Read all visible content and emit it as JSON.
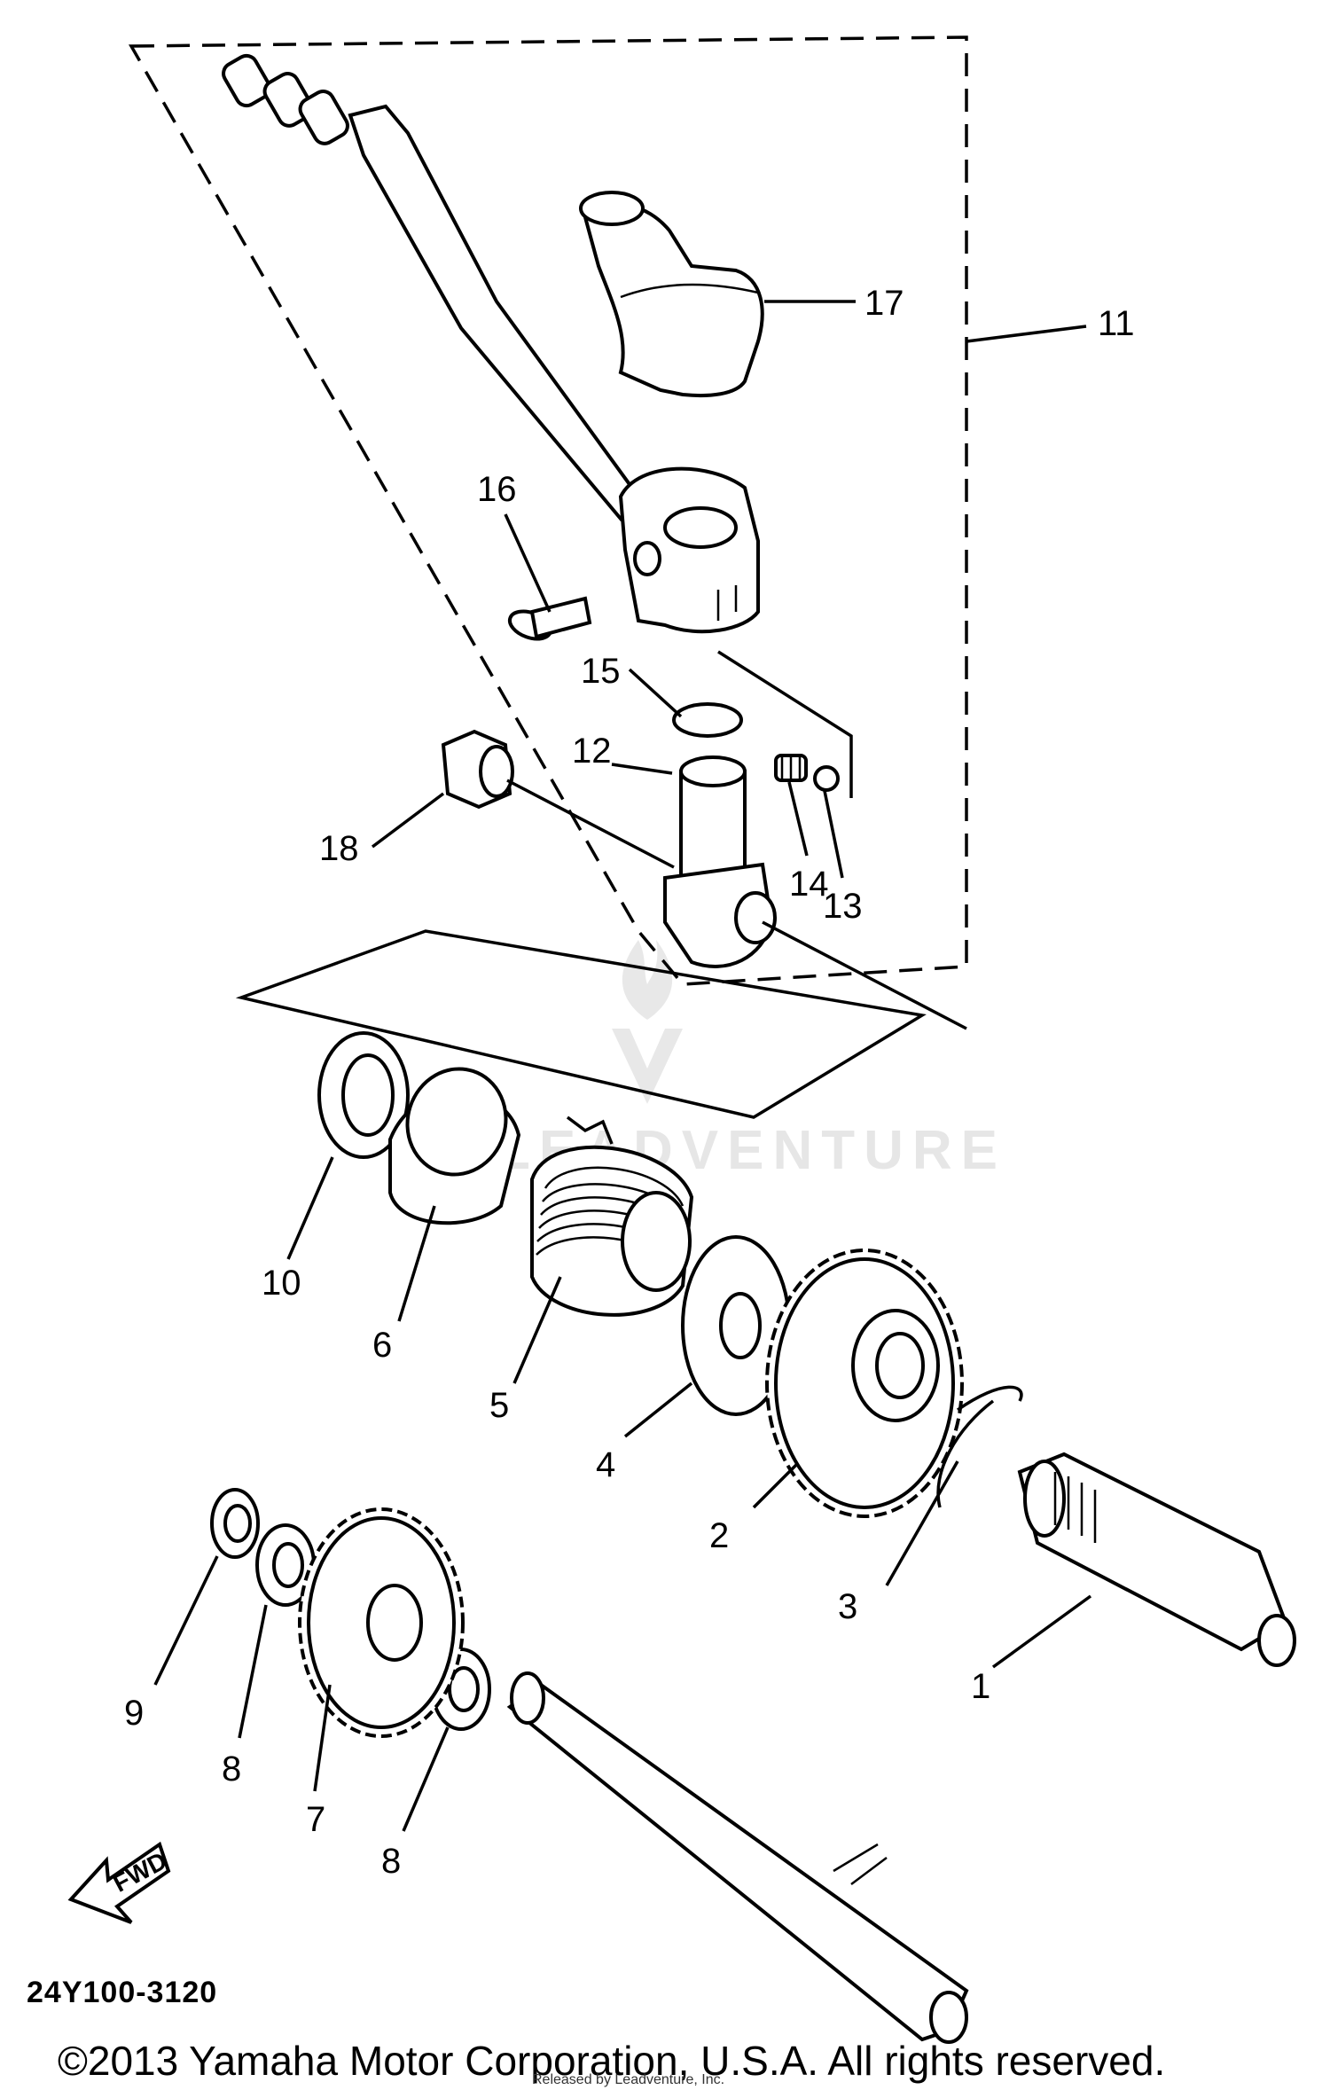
{
  "diagram_code": "24Y100-3120",
  "copyright": "©2013 Yamaha Motor Corporation, U.S.A. All rights reserved.",
  "credit": "Released by Leadventure, Inc.",
  "watermark": "LEADVENTURE",
  "fwd_label": "FWD",
  "callouts": {
    "c1": "1",
    "c2": "2",
    "c3": "3",
    "c4": "4",
    "c5": "5",
    "c6": "6",
    "c7": "7",
    "c8a": "8",
    "c8b": "8",
    "c9": "9",
    "c10": "10",
    "c11": "11",
    "c12": "12",
    "c13": "13",
    "c14": "14",
    "c15": "15",
    "c16": "16",
    "c17": "17",
    "c18": "18"
  }
}
